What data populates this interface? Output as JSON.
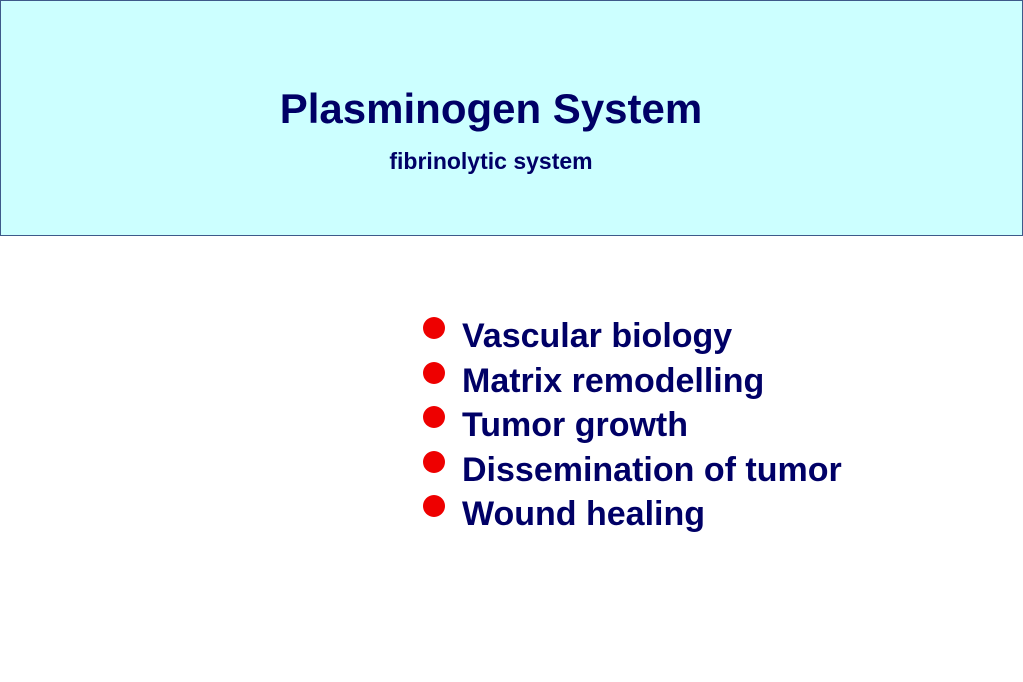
{
  "slide": {
    "title": "Plasminogen System",
    "subtitle": "fibrinolytic system",
    "bullets": [
      {
        "text": "Vascular biology",
        "icon": "bullet-dot"
      },
      {
        "text": "Matrix remodelling",
        "icon": "bullet-dot"
      },
      {
        "text": "Tumor growth",
        "icon": "bullet-dot"
      },
      {
        "text": "Dissemination of tumor",
        "icon": "bullet-dot"
      },
      {
        "text": "Wound healing",
        "icon": "bullet-dot"
      }
    ]
  },
  "colors": {
    "header_background": "#ccffff",
    "header_border": "#3d5a8a",
    "text": "#000066",
    "bullet": "#ee0000",
    "page_background": "#ffffff"
  }
}
